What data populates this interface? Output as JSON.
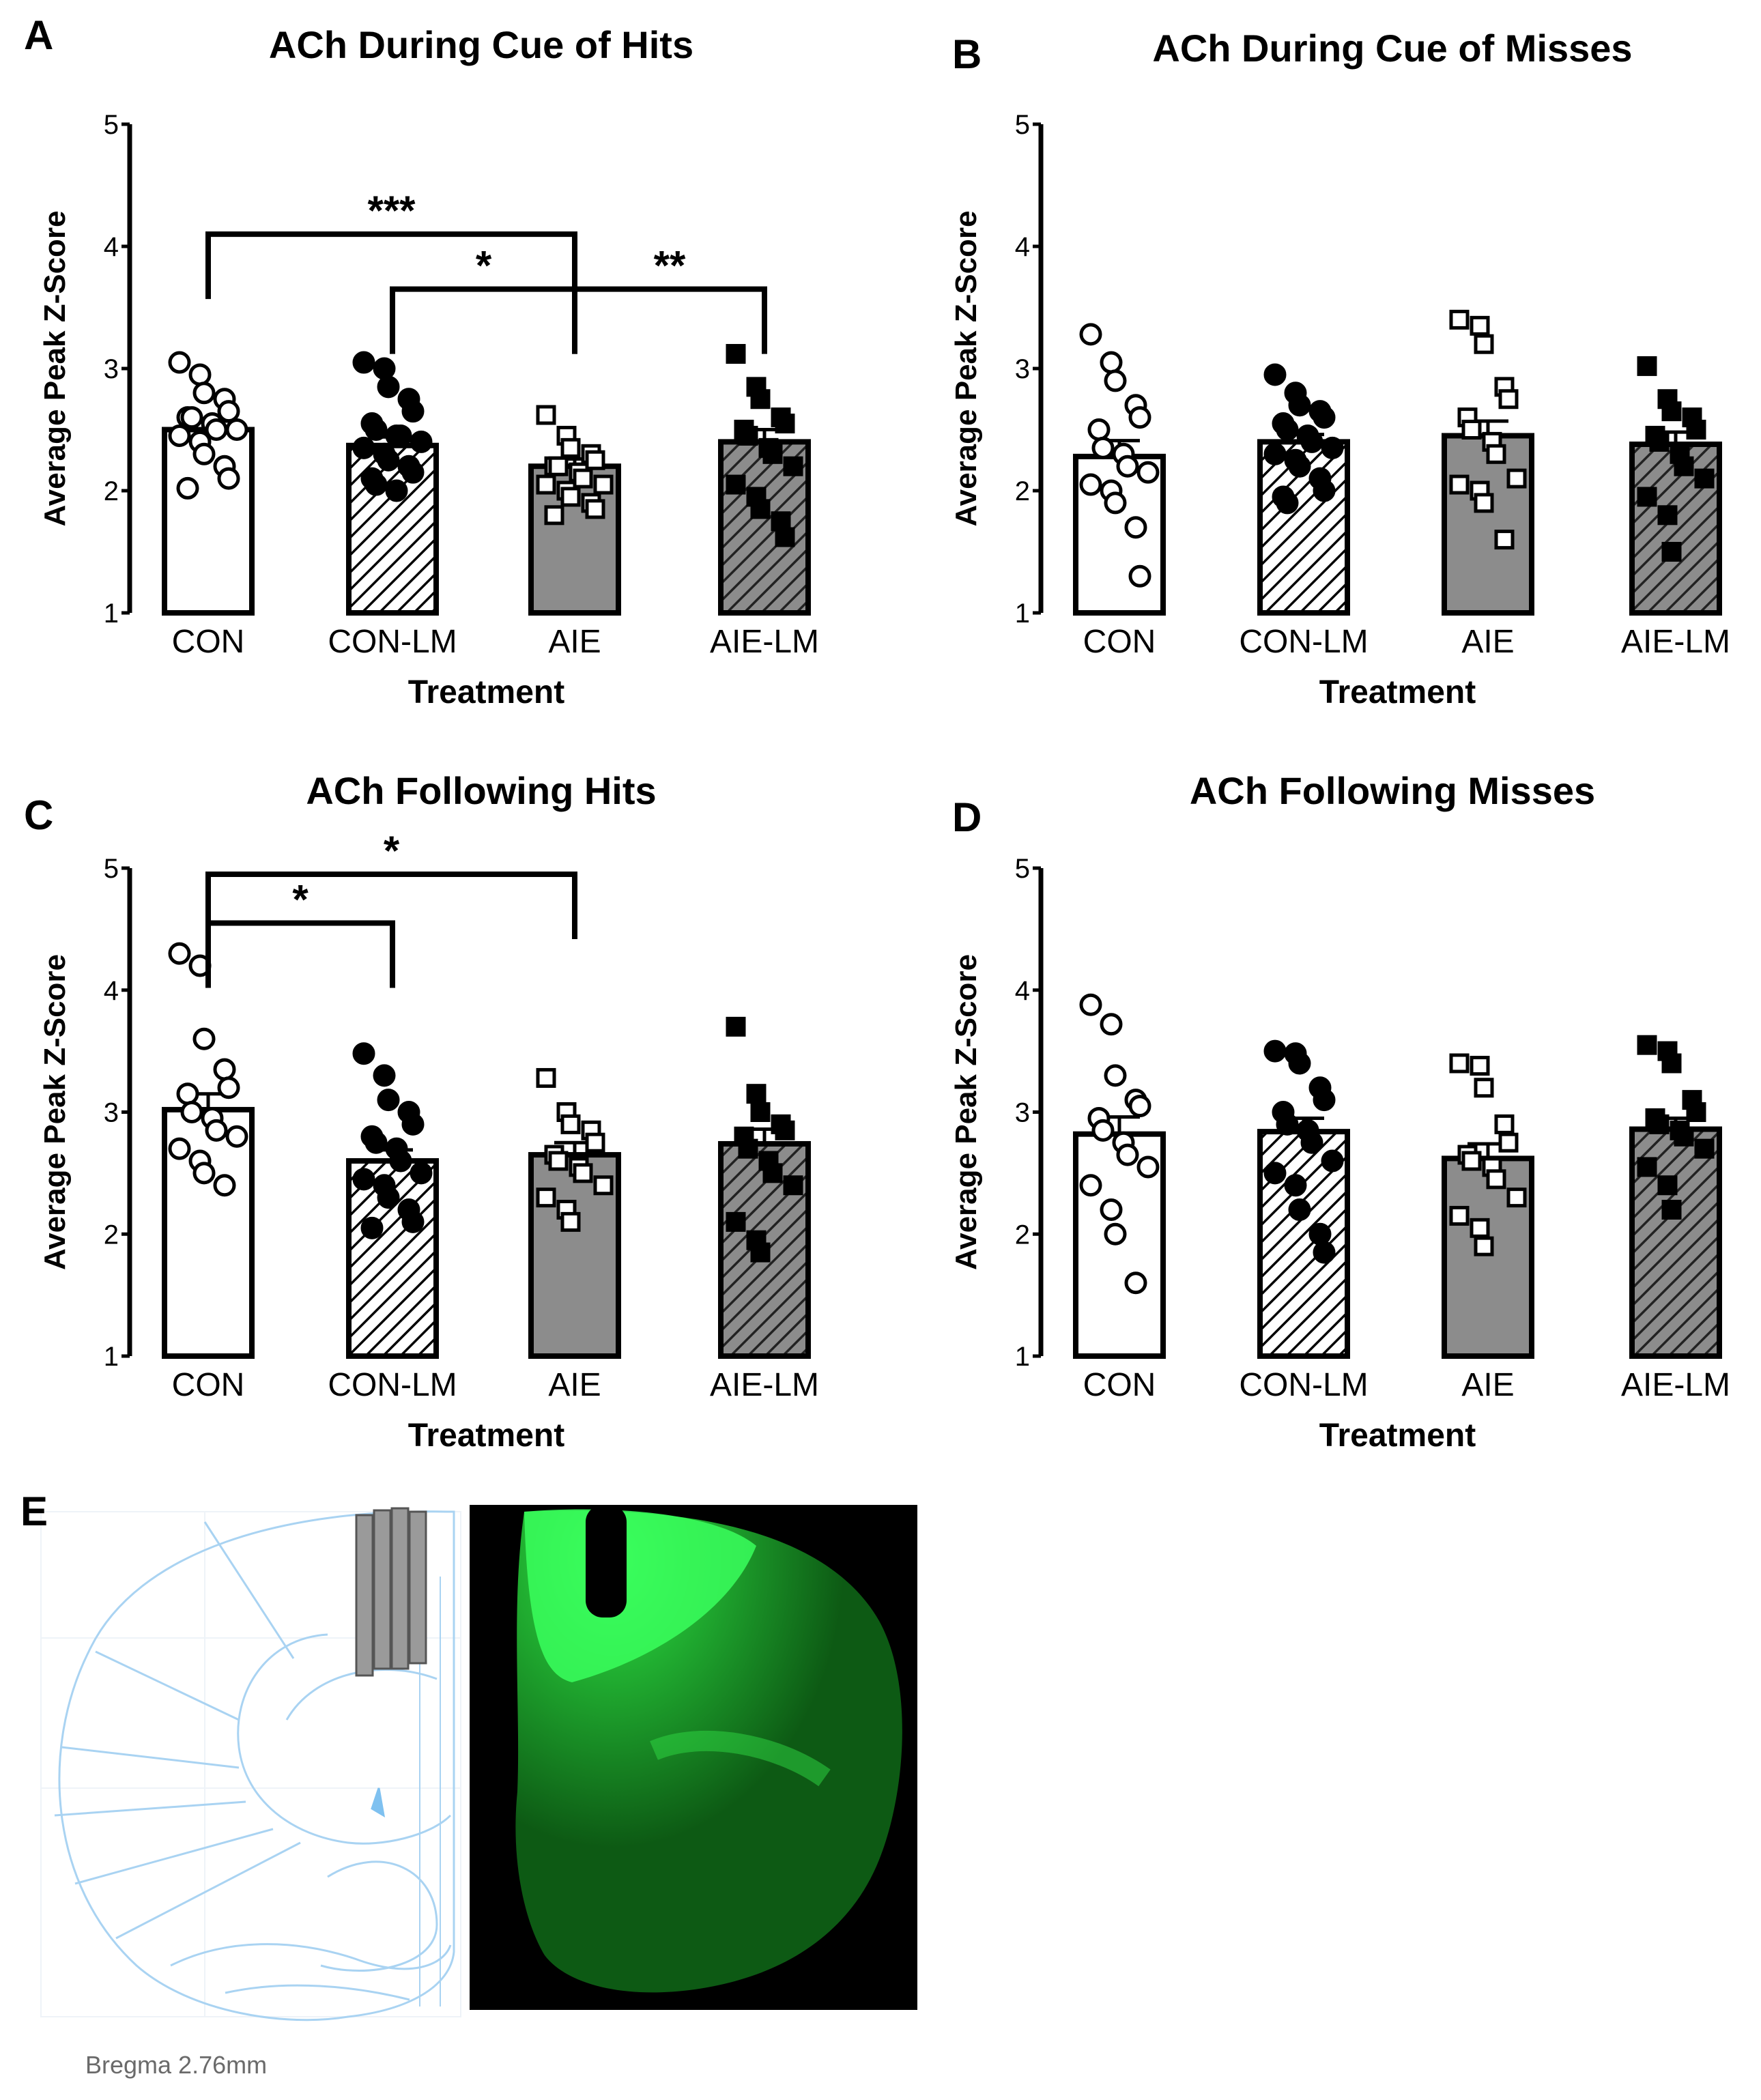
{
  "figure": {
    "panel_e_label": "E",
    "bregma_label": "Bregma 2.76mm"
  },
  "chart_data": [
    {
      "panel": "A",
      "type": "bar",
      "title": "ACh During Cue of Hits",
      "xlabel": "Treatment",
      "ylabel": "Average Peak Z-Score",
      "ylim": [
        1,
        5
      ],
      "yticks": [
        "1",
        "2",
        "3",
        "4",
        "5"
      ],
      "categories": [
        "CON",
        "CON-LM",
        "AIE",
        "AIE-LM"
      ],
      "values": [
        2.5,
        2.37,
        2.2,
        2.4
      ],
      "sem": [
        0.07,
        0.07,
        0.06,
        0.1
      ],
      "points": [
        [
          3.05,
          2.95,
          2.8,
          2.75,
          2.65,
          2.6,
          2.6,
          2.55,
          2.5,
          2.5,
          2.45,
          2.4,
          2.3,
          2.2,
          2.1,
          2.02
        ],
        [
          3.05,
          3.0,
          2.85,
          2.75,
          2.65,
          2.55,
          2.5,
          2.45,
          2.45,
          2.4,
          2.35,
          2.3,
          2.25,
          2.2,
          2.15,
          2.1,
          2.05,
          2.0
        ],
        [
          2.62,
          2.45,
          2.35,
          2.3,
          2.25,
          2.2,
          2.2,
          2.15,
          2.1,
          2.05,
          2.05,
          2.0,
          1.95,
          1.9,
          1.85,
          1.8
        ],
        [
          3.12,
          2.85,
          2.75,
          2.6,
          2.55,
          2.5,
          2.45,
          2.35,
          2.3,
          2.2,
          2.05,
          1.95,
          1.85,
          1.75,
          1.62
        ]
      ],
      "brackets": [
        {
          "from": 0,
          "to": 2,
          "y": 4.1,
          "label": "***"
        },
        {
          "from": 1,
          "to": 2,
          "y": 3.65,
          "label": "*"
        },
        {
          "from": 2,
          "to": 3,
          "y": 3.65,
          "label": "**"
        }
      ]
    },
    {
      "panel": "B",
      "type": "bar",
      "title": "ACh During Cue of Misses",
      "xlabel": "Treatment",
      "ylabel": "Average Peak Z-Score",
      "ylim": [
        1,
        5
      ],
      "yticks": [
        "1",
        "2",
        "3",
        "4",
        "5"
      ],
      "categories": [
        "CON",
        "CON-LM",
        "AIE",
        "AIE-LM"
      ],
      "values": [
        2.28,
        2.4,
        2.45,
        2.38
      ],
      "sem": [
        0.13,
        0.06,
        0.12,
        0.1
      ],
      "points": [
        [
          3.28,
          3.05,
          2.9,
          2.7,
          2.6,
          2.5,
          2.35,
          2.3,
          2.2,
          2.15,
          2.05,
          2.0,
          1.9,
          1.7,
          1.3
        ],
        [
          2.95,
          2.8,
          2.7,
          2.65,
          2.6,
          2.55,
          2.5,
          2.45,
          2.4,
          2.35,
          2.3,
          2.25,
          2.2,
          2.1,
          2.0,
          1.95,
          1.9
        ],
        [
          3.4,
          3.35,
          3.2,
          2.85,
          2.75,
          2.6,
          2.5,
          2.4,
          2.3,
          2.1,
          2.05,
          2.0,
          1.9,
          1.6
        ],
        [
          3.02,
          2.75,
          2.65,
          2.6,
          2.5,
          2.45,
          2.4,
          2.3,
          2.2,
          2.1,
          1.95,
          1.8,
          1.5
        ]
      ],
      "brackets": []
    },
    {
      "panel": "C",
      "type": "bar",
      "title": "ACh Following Hits",
      "xlabel": "Treatment",
      "ylabel": "Average Peak Z-Score",
      "ylim": [
        1,
        5
      ],
      "yticks": [
        "1",
        "2",
        "3",
        "4",
        "5"
      ],
      "categories": [
        "CON",
        "CON-LM",
        "AIE",
        "AIE-LM"
      ],
      "values": [
        3.02,
        2.6,
        2.65,
        2.74
      ],
      "sem": [
        0.13,
        0.09,
        0.1,
        0.12
      ],
      "points": [
        [
          4.3,
          4.2,
          3.6,
          3.35,
          3.2,
          3.15,
          3.0,
          2.95,
          2.85,
          2.8,
          2.7,
          2.6,
          2.5,
          2.4
        ],
        [
          3.48,
          3.3,
          3.1,
          3.0,
          2.9,
          2.8,
          2.75,
          2.7,
          2.6,
          2.5,
          2.45,
          2.4,
          2.3,
          2.2,
          2.1,
          2.05
        ],
        [
          3.28,
          3.0,
          2.9,
          2.85,
          2.75,
          2.65,
          2.6,
          2.55,
          2.5,
          2.4,
          2.3,
          2.2,
          2.1
        ],
        [
          3.7,
          3.15,
          3.0,
          2.9,
          2.85,
          2.8,
          2.7,
          2.6,
          2.5,
          2.4,
          2.1,
          1.95,
          1.85
        ]
      ],
      "brackets": [
        {
          "from": 0,
          "to": 2,
          "y": 4.95,
          "label": "*"
        },
        {
          "from": 0,
          "to": 1,
          "y": 4.55,
          "label": "*"
        }
      ]
    },
    {
      "panel": "D",
      "type": "bar",
      "title": "ACh Following Misses",
      "xlabel": "Treatment",
      "ylabel": "Average Peak Z-Score",
      "ylim": [
        1,
        5
      ],
      "yticks": [
        "1",
        "2",
        "3",
        "4",
        "5"
      ],
      "categories": [
        "CON",
        "CON-LM",
        "AIE",
        "AIE-LM"
      ],
      "values": [
        2.82,
        2.84,
        2.62,
        2.86
      ],
      "sem": [
        0.14,
        0.11,
        0.12,
        0.09
      ],
      "points": [
        [
          3.88,
          3.72,
          3.3,
          3.1,
          3.05,
          2.95,
          2.85,
          2.75,
          2.65,
          2.55,
          2.4,
          2.2,
          2.0,
          1.6
        ],
        [
          3.5,
          3.48,
          3.4,
          3.2,
          3.1,
          3.0,
          2.9,
          2.85,
          2.75,
          2.6,
          2.5,
          2.4,
          2.2,
          2.0,
          1.85
        ],
        [
          3.4,
          3.38,
          3.2,
          2.9,
          2.75,
          2.65,
          2.6,
          2.55,
          2.45,
          2.3,
          2.15,
          2.05,
          1.9
        ],
        [
          3.55,
          3.5,
          3.4,
          3.1,
          3.0,
          2.95,
          2.9,
          2.85,
          2.8,
          2.7,
          2.55,
          2.4,
          2.2
        ]
      ],
      "brackets": []
    }
  ]
}
